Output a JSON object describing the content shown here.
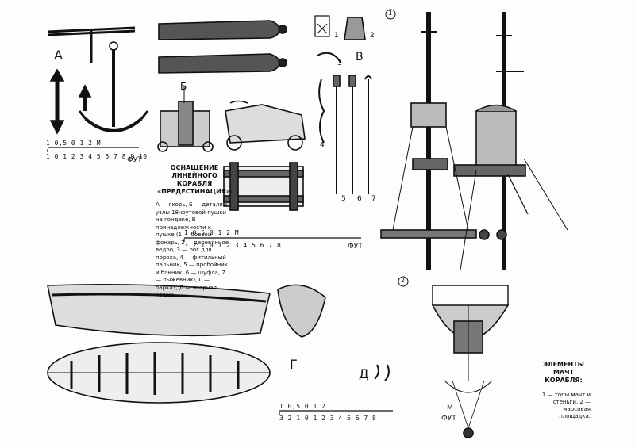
{
  "labels": {
    "anchor": "А",
    "gun_details": "Б",
    "gun_accessories": "В",
    "boat": "Г",
    "grapnel": "Д",
    "mast_1": "1",
    "mast_2": "2",
    "acc_1": "1",
    "acc_2": "2",
    "acc_3": "3",
    "acc_4": "4",
    "acc_5": "5",
    "acc_6": "6",
    "acc_7": "7"
  },
  "scale_left": {
    "meters_row": "1  0,5  0      1      2     М",
    "feet_row": "1 0 1 2 3 4 5 6 7 8 9 10",
    "unit_feet": "ФУТ"
  },
  "scale_middle": {
    "meters_row": "1   0,5   0           1            2          М",
    "feet_row": "3  2  1  0  1  2  3  4  5  6  7  8",
    "unit_feet": "ФУТ"
  },
  "scale_bottom": {
    "meters_row": "1  0,5   0          1            2",
    "feet_row": "3  2  1  0  1  2  3  4  5  6  7  8"
  },
  "scale_mast": {
    "unit_m": "М",
    "unit_feet": "ФУТ"
  },
  "title": {
    "line1": "ОСНАЩЕНИЕ",
    "line2": "ЛИНЕЙНОГО КОРАБЛЯ",
    "line3": "«ПРЕДЕСТИНАЦИЯ»:"
  },
  "caption": "А — якорь, Б — детали к узлы 18-футовой пушки на гондеке, В — принадлежности к пушке (1 — боевой фонарь, 2 — деревянное ведро, 3 — рог для пороха, 4 — фитильный пальник, 5 — пробойник и банник, 6 — шуфла, 7 — пыжевник), Г — барказ, Д — якорная кошка.",
  "mast_title": {
    "line1": "ЭЛЕМЕНТЫ",
    "line2": "МАЧТ",
    "line3": "КОРАБЛЯ:"
  },
  "mast_caption": "1 — топы мачт и стеньги, 2 — марсовая площадка."
}
